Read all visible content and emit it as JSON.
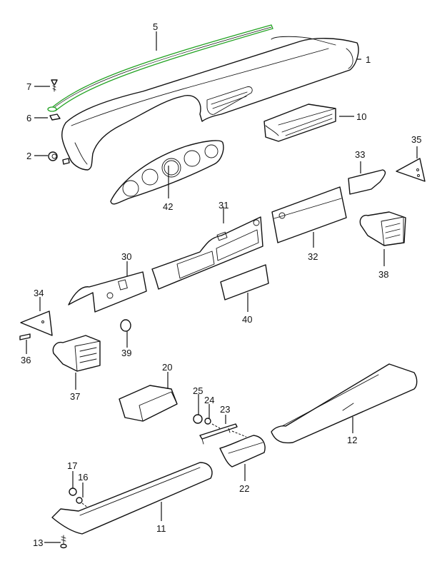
{
  "diagram": {
    "title": "Dashboard trim parts exploded view",
    "highlight_color": "#22a322",
    "highlighted_part": "5",
    "callouts": [
      {
        "id": "c1",
        "label": "1"
      },
      {
        "id": "c2",
        "label": "2"
      },
      {
        "id": "c5",
        "label": "5"
      },
      {
        "id": "c6",
        "label": "6"
      },
      {
        "id": "c7",
        "label": "7"
      },
      {
        "id": "c10",
        "label": "10"
      },
      {
        "id": "c11",
        "label": "11"
      },
      {
        "id": "c12",
        "label": "12"
      },
      {
        "id": "c13",
        "label": "13"
      },
      {
        "id": "c16",
        "label": "16"
      },
      {
        "id": "c17",
        "label": "17"
      },
      {
        "id": "c20",
        "label": "20"
      },
      {
        "id": "c22",
        "label": "22"
      },
      {
        "id": "c23",
        "label": "23"
      },
      {
        "id": "c24",
        "label": "24"
      },
      {
        "id": "c25",
        "label": "25"
      },
      {
        "id": "c30",
        "label": "30"
      },
      {
        "id": "c31",
        "label": "31"
      },
      {
        "id": "c32",
        "label": "32"
      },
      {
        "id": "c33",
        "label": "33"
      },
      {
        "id": "c34",
        "label": "34"
      },
      {
        "id": "c35",
        "label": "35"
      },
      {
        "id": "c36",
        "label": "36"
      },
      {
        "id": "c37",
        "label": "37"
      },
      {
        "id": "c38",
        "label": "38"
      },
      {
        "id": "c39",
        "label": "39"
      },
      {
        "id": "c40",
        "label": "40"
      },
      {
        "id": "c42",
        "label": "42"
      }
    ]
  }
}
